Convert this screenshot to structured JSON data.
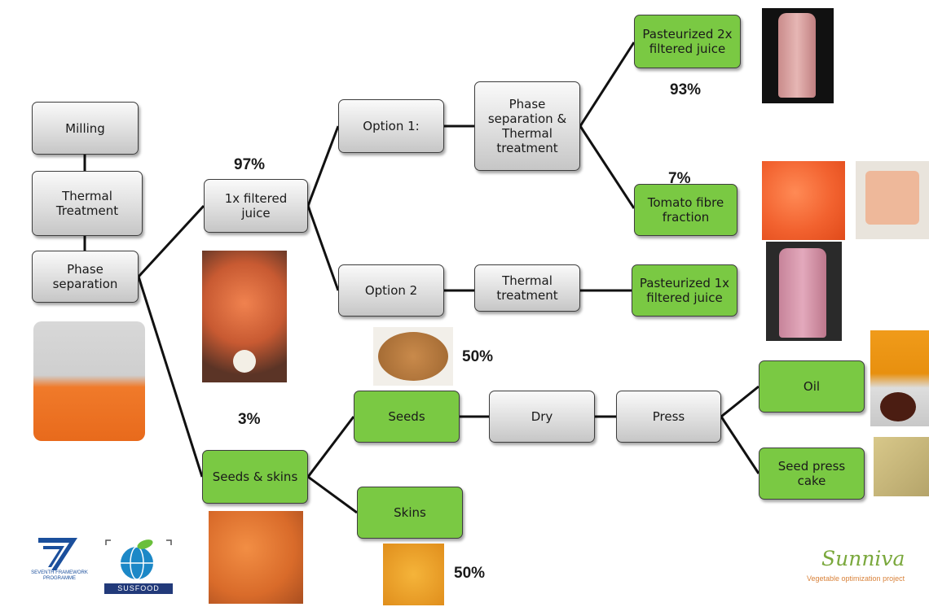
{
  "nodes": {
    "milling": "Milling",
    "thermal_treatment": "Thermal Treatment",
    "phase_separation": "Phase separation",
    "filtered_juice_1x": "1x filtered juice",
    "option1": "Option 1:",
    "phase_sep_thermal": "Phase separation & Thermal treatment",
    "pasteurized_2x": "Pasteurized 2x filtered juice",
    "tomato_fibre": "Tomato fibre fraction",
    "option2": "Option 2",
    "thermal_treatment_2": "Thermal treatment",
    "pasteurized_1x": "Pasteurized 1x filtered juice",
    "seeds_skins": "Seeds & skins",
    "seeds": "Seeds",
    "dry": "Dry",
    "press": "Press",
    "oil": "Oil",
    "seed_press_cake": "Seed press cake",
    "skins": "Skins"
  },
  "percentages": {
    "juice": "97%",
    "pasteurized_2x": "93%",
    "tomato_fibre": "7%",
    "seeds_skins": "3%",
    "seeds": "50%",
    "skins": "50%"
  },
  "logos": {
    "fp7_line1": "SEVENTH FRAMEWORK",
    "fp7_line2": "PROGRAMME",
    "susfood": "SUSFOOD",
    "sunniva": "Sunniva",
    "sunniva_tagline": "Vegetable optimization project"
  },
  "colors": {
    "green_box": "#7ac943",
    "gray_box": "#d4d4d4",
    "connector": "#111111"
  }
}
